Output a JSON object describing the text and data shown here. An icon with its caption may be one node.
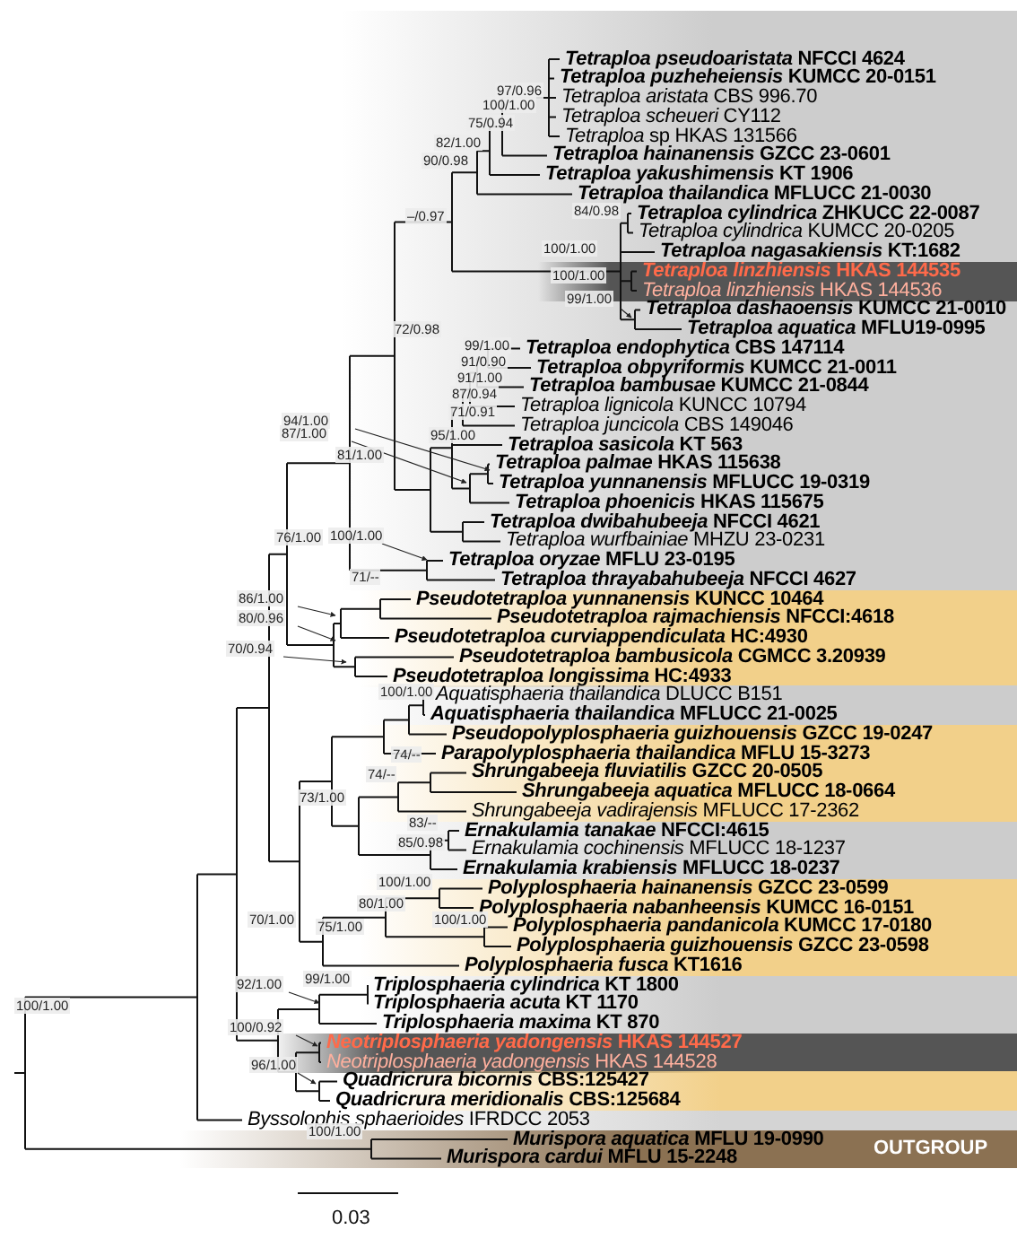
{
  "diagram": {
    "labels": [
      "*Tetraploa pseudoaristata* NFCCI 4624",
      "*Tetraploa puzheheiensis* KUMCC 20-0151",
      "*Tetraploa aristata* CBS 996.70",
      "*Tetraploa scheueri* CY112",
      "*Tetraploa* sp HKAS 131566",
      "*Tetraploa hainanensis* GZCC 23-0601",
      "*Tetraploa yakushimensis* KT 1906",
      "*Tetraploa thailandica* MFLUCC 21-0030",
      "*Tetraploa cylindrica* ZHKUCC 22-0087",
      "*Tetraploa cylindrica* KUMCC 20-0205",
      "*Tetraploa nagasakiensis* KT:1682",
      "*Tetraploa linzhiensis* HKAS 144535",
      "*Tetraploa linzhiensis* HKAS 144536",
      "*Tetraploa dashaoensis* KUMCC 21-0010",
      "*Tetraploa aquatica* MFLU19-0995",
      "*Tetraploa endophytica* CBS 147114",
      "*Tetraploa obpyriformis* KUMCC 21-0011",
      "*Tetraploa bambusae* KUMCC 21-0844",
      "*Tetraploa lignicola* KUNCC 10794",
      "*Tetraploa juncicola* CBS 149046",
      "*Tetraploa sasicola* KT 563",
      "*Tetraploa palmae* HKAS 115638",
      "*Tetraploa yunnanensis* MFLUCC 19-0319",
      "*Tetraploa phoenicis* HKAS 115675",
      "*Tetraploa dwibahubeeja* NFCCI 4621",
      "*Tetraploa wurfbainiae* MHZU 23-0231",
      "*Tetraploa oryzae* MFLU 23-0195",
      "*Tetraploa thrayabahubeeja* NFCCI 4627",
      "*Pseudotetraploa yunnanensis* KUNCC 10464",
      "*Pseudotetraploa rajmachiensis* NFCCI:4618",
      "*Pseudotetraploa curviappendiculata* HC:4930",
      "*Pseudotetraploa bambusicola* CGMCC 3.20939",
      "*Pseudotetraploa longissima* HC:4933",
      "*Aquatisphaeria thailandica* DLUCC B151",
      "*Aquatisphaeria thailandica* MFLUCC 21-0025",
      "*Pseudopolyplosphaeria guizhouensis* GZCC 19-0247",
      "*Parapolyplosphaeria thailandica* MFLU 15-3273",
      "*Shrungabeeja fluviatilis* GZCC 20-0505",
      "*Shrungabeeja aquatica* MFLUCC 18-0664",
      "*Shrungabeeja vadirajensis* MFLUCC 17-2362",
      "*Ernakulamia tanakae* NFCCI:4615",
      "*Ernakulamia cochinensis* MFLUCC 18-1237",
      "*Ernakulamia krabiensis* MFLUCC 18-0237",
      "*Polyplosphaeria hainanensis* GZCC 23-0599",
      "*Polyplosphaeria nabanheensis* KUMCC 16-0151",
      "*Polyplosphaeria pandanicola* KUMCC 17-0180",
      "*Polyplosphaeria guizhouensis* GZCC 23-0598",
      "*Polyplosphaeria fusca* KT1616",
      "*Triplosphaeria cylindrica* KT 1800",
      "*Triplosphaeria acuta* KT 1170",
      "*Triplosphaeria maxima* KT 870",
      "*Neotriplosphaeria yadongensis* HKAS 144527",
      "*Neotriplosphaeria yadongensis* HKAS 144528",
      "*Quadricrura bicornis* CBS:125427",
      "*Quadricrura meridionalis* CBS:125684",
      "*Byssolophis sphaerioides* IFRDCC 2053",
      "*Murispora aquatica* MFLU 19-0990",
      "*Murispora cardui* MFLU 15-2248",
      "97/0.96",
      "100/1.00",
      "75/0.94",
      "82/1.00",
      "90/0.98",
      "84/0.98",
      "–/0.97",
      "100/1.00",
      "100/1.00",
      "99/1.00",
      "72/0.98",
      "99/1.00",
      "91/0.90",
      "91/1.00",
      "87/0.94",
      "71/0.91",
      "94/1.00",
      "87/1.00",
      "95/1.00",
      "81/1.00",
      "100/1.00",
      "76/1.00",
      "71/--",
      "86/1.00",
      "80/0.96",
      "70/0.94",
      "100/1.00",
      "74/--",
      "74/--",
      "73/1.00",
      "83/--",
      "85/0.98",
      "100/1.00",
      "80/1.00",
      "70/1.00",
      "100/1.00",
      "75/1.00",
      "99/1.00",
      "92/1.00",
      "100/0.92",
      "96/1.00",
      "100/1.00",
      "100/1.00",
      "OUTGROUP",
      "0.03"
    ]
  }
}
